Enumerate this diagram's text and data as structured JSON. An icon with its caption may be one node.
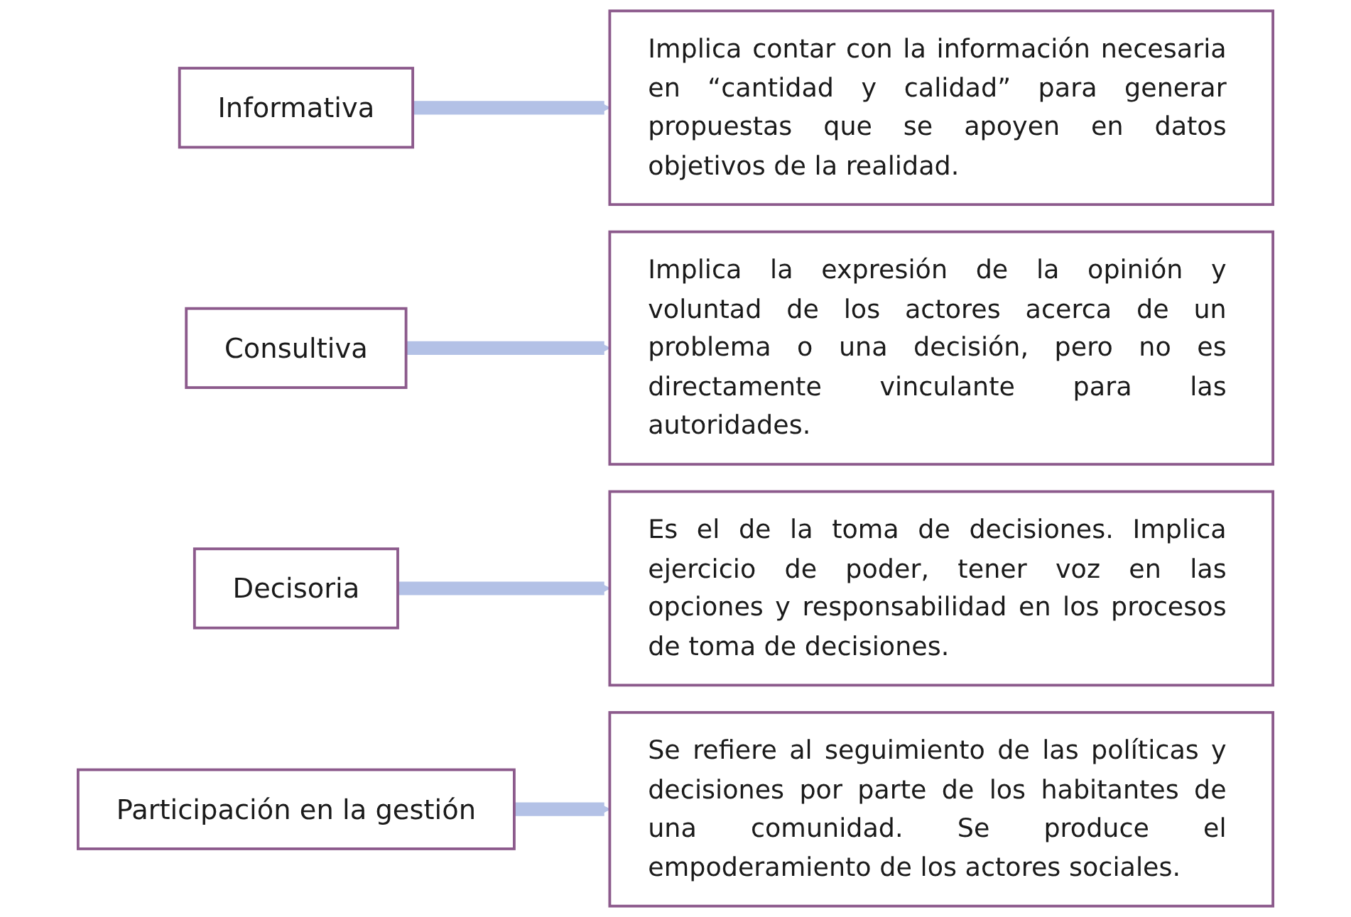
{
  "diagram": {
    "nodes": [
      {
        "text": [
          "Informativa"
        ]
      },
      {
        "text": [
          "Implica contar con la información necesaria en “cantidad y calidad” para generar propuestas que se apoyen en datos objetivos de la realidad."
        ]
      },
      {
        "text": [
          "Consultiva"
        ]
      },
      {
        "text": [
          "Implica la expresión de la opinión y voluntad de los actores acerca de un problema o una decisión, pero no es directamente vinculante para las autoridades."
        ]
      },
      {
        "text": [
          "Decisoria"
        ]
      },
      {
        "text": [
          "Es el de la toma de decisiones. Implica ejercicio de poder, tener voz en las opciones y responsabilidad en los procesos de toma de decisiones."
        ]
      },
      {
        "text": [
          "Participación en la gestión"
        ]
      },
      {
        "text": [
          "Se refiere al seguimiento de las políticas y decisiones por parte de los habitantes de una comunidad. Se produce el empoderamiento de los actores sociales."
        ]
      }
    ],
    "edges": [
      {
        "from": 0,
        "to": 1,
        "arrow": "to"
      },
      {
        "from": 2,
        "to": 3,
        "arrow": "to"
      },
      {
        "from": 4,
        "to": 5,
        "arrow": "to"
      },
      {
        "from": 6,
        "to": 7,
        "arrow": "to"
      }
    ]
  }
}
